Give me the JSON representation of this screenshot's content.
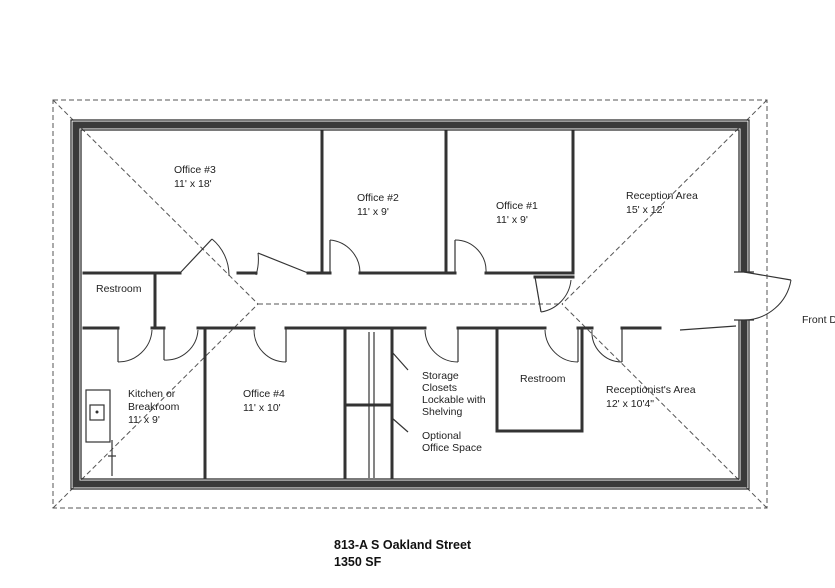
{
  "rooms": {
    "office3": {
      "name": "Office #3",
      "size": "11' x 18'"
    },
    "office2": {
      "name": "Office #2",
      "size": "11' x 9'"
    },
    "office1": {
      "name": "Office #1",
      "size": "11' x 9'"
    },
    "reception": {
      "name": "Reception Area",
      "size": "15' x 12'"
    },
    "restroom_left": {
      "name": "Restroom"
    },
    "kitchen": {
      "line1": "Kitchen or",
      "line2": "Breakroom",
      "size": "11' x 9'"
    },
    "office4": {
      "name": "Office #4",
      "size": "11' x 10'"
    },
    "storage": {
      "line1": "Storage",
      "line2": "Closets",
      "line3": "Lockable with",
      "line4": "Shelving"
    },
    "optional": {
      "line1": "Optional",
      "line2": "Office Space"
    },
    "restroom_right": {
      "name": "Restroom"
    },
    "receptionist": {
      "name": "Receptionist's Area",
      "size": "12' x 10'4\""
    }
  },
  "front_door_label": "Front D",
  "footer": {
    "address": "813-A S Oakland Street",
    "area": "1350 SF"
  },
  "colors": {
    "wall": "#333333",
    "background": "#ffffff"
  }
}
